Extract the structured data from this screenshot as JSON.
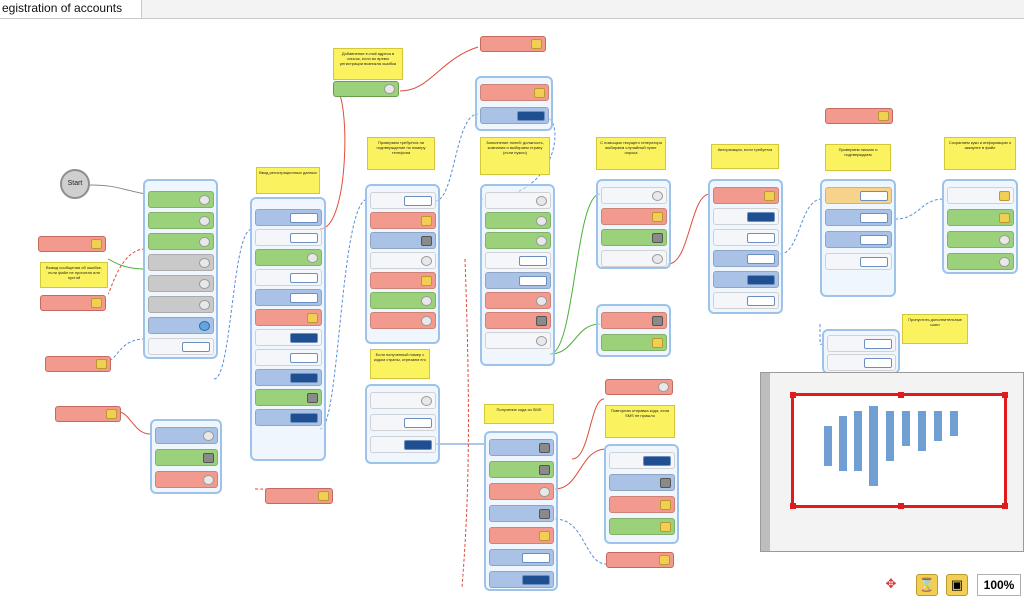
{
  "tab": {
    "title": "egistration of accounts"
  },
  "canvas": {
    "start_label": "Start",
    "notes": [
      "Добавление e-mail адреса в список, если во время регистрации возникла ошибка",
      "Ввод регистрационных данных",
      "Проверяем требуется ли подтверждение по номеру телефона",
      "Заполнение полей: должность, компания и выбираем страну (если нужно)",
      "С помощью текущего генератора выбираем случайный пункт опроса",
      "Авторизация, если требуется",
      "Проверяем письмо и подтверждаем",
      "Сохраняем куки и информацию о аккаунте в файл",
      "Вывод сообщения об ошибке, если файл не прочитан или пустой",
      "Если полученный номер с кодом страны, отрезаем его",
      "Получение кода из SMS",
      "Повторная отправка кода, если SMS не пришло",
      "Пропустить дополнительные шаги"
    ]
  },
  "zoom": {
    "value": "100%"
  },
  "toolbar": {
    "icons": [
      "move-icon",
      "hourglass-icon",
      "screen-icon"
    ]
  },
  "colors": {
    "accent": "#e01b1b",
    "group": "#9ec3ea",
    "note": "#fbf25f"
  }
}
